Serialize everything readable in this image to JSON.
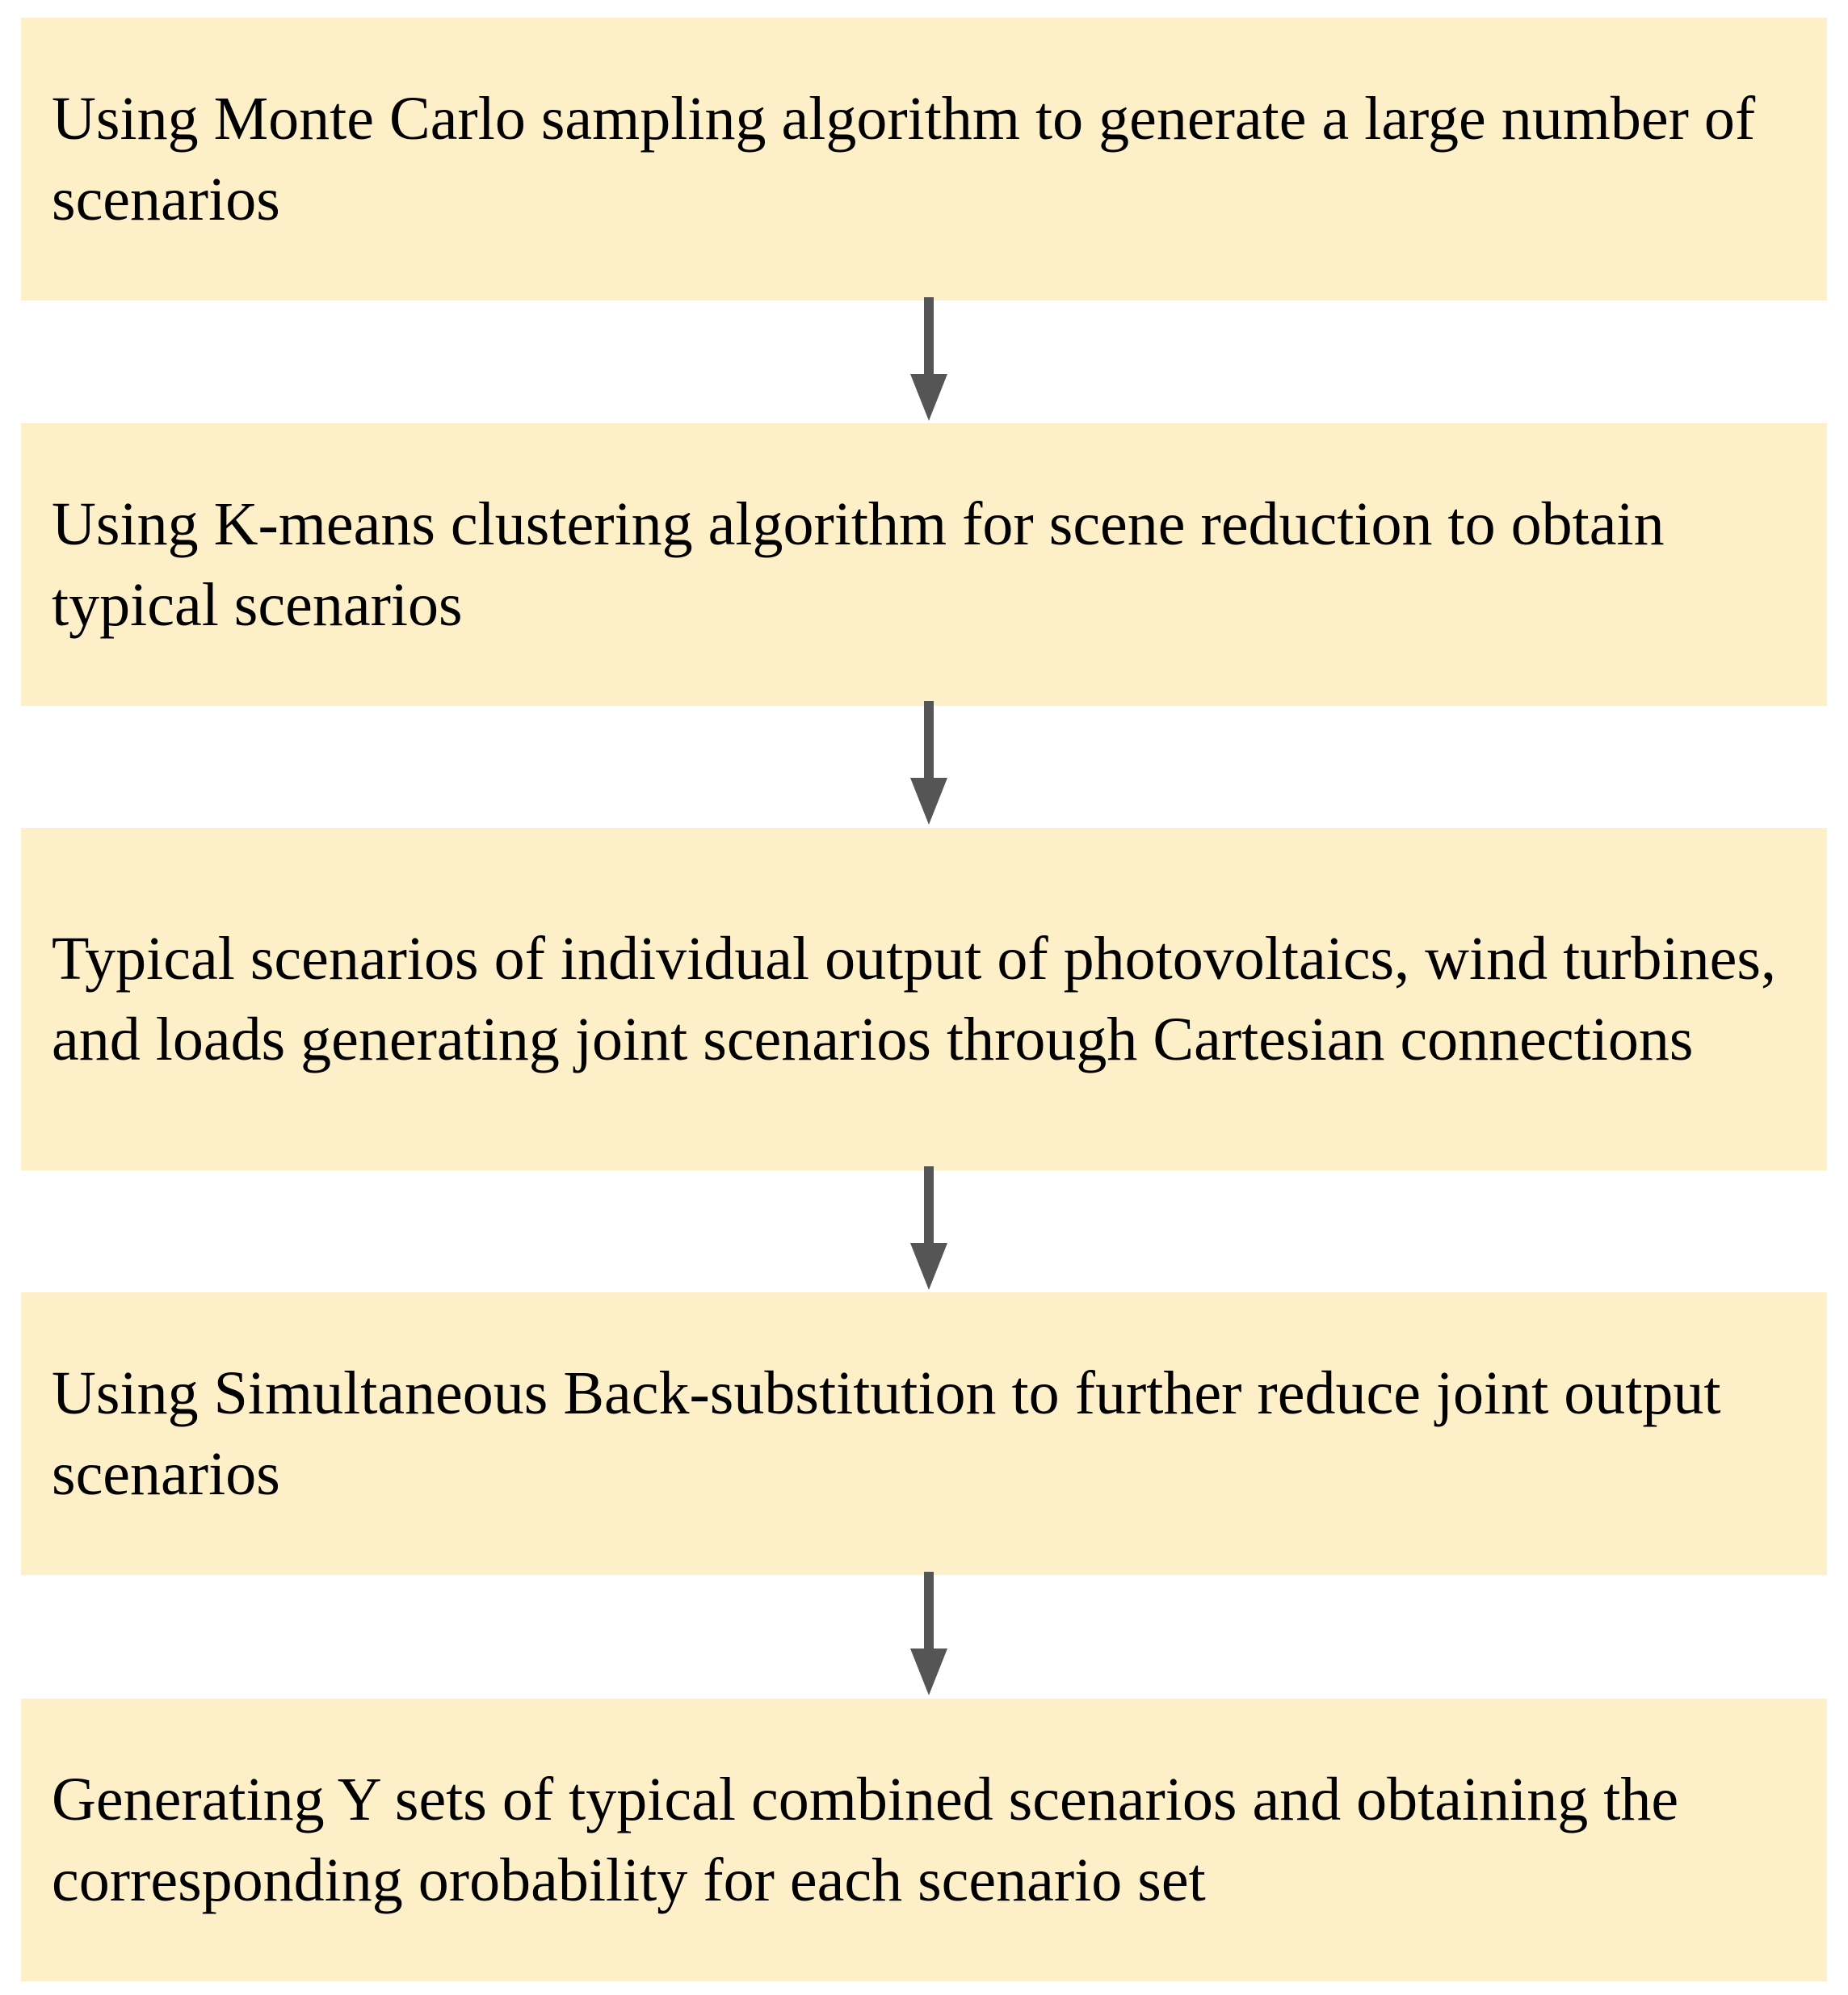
{
  "flowchart": {
    "steps": [
      {
        "text": "Using Monte Carlo sampling algorithm to generate a large number of scenarios"
      },
      {
        "text": "Using K-means clustering algorithm for scene reduction to obtain typical scenarios"
      },
      {
        "text": "Typical scenarios of individual output of photovoltaics, wind turbines, and loads generating joint scenarios through Cartesian connections"
      },
      {
        "text": "Using Simultaneous Back-substitution to further reduce joint output scenarios"
      },
      {
        "text": "Generating Y sets of typical combined scenarios and obtaining the corresponding orobability for each scenario set"
      }
    ],
    "colors": {
      "box_fill": "#fdefc8",
      "arrow": "#555555",
      "text": "#000000"
    }
  }
}
